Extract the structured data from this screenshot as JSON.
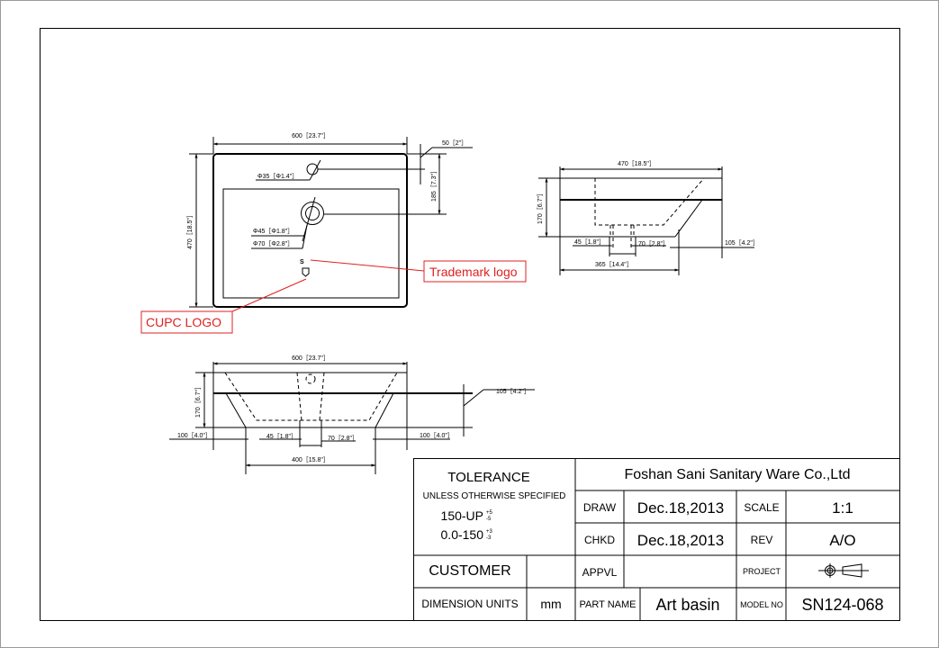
{
  "drawing": {
    "top_view": {
      "width_dim": "600［23.7\"］",
      "depth_dim": "470［18.5\"］",
      "tap_offset_dim": "50［2\"］",
      "drain_offset_dim": "185［7.3\"］",
      "tap_hole_dim": "Φ35［Φ1.4\"］",
      "drain_inner_dim": "Φ45［Φ1.8\"］",
      "drain_outer_dim": "Φ70［Φ2.8\"］",
      "trademark_mark": "S",
      "trademark_label": "Trademark logo",
      "cupc_label": "CUPC LOGO"
    },
    "side_view": {
      "width_dim": "470［18.5\"］",
      "height_dim": "170［6.7\"］",
      "drain_inner_dim": "45［1.8\"］",
      "drain_outer_dim": "70［2.8\"］",
      "slope_dim": "105［4.2\"］",
      "drain_pos_dim": "365［14.4\"］"
    },
    "front_view": {
      "width_dim": "600［23.7\"］",
      "height_dim": "170［6.7\"］",
      "bowl_depth_dim": "105［4.2\"］",
      "left_slope_dim": "100［4.0\"］",
      "right_slope_dim": "100［4.0\"］",
      "drain_inner_dim": "45［1.8\"］",
      "drain_outer_dim": "70［2.8\"］",
      "bottom_width_dim": "400［15.8\"］"
    }
  },
  "title_block": {
    "tolerance_title": "TOLERANCE",
    "tolerance_sub": "UNLESS OTHERWISE SPECIFIED",
    "tol1_range": "150-UP",
    "tol1_plus": "+5",
    "tol1_minus": "-5",
    "tol2_range": "0.0-150",
    "tol2_plus": "+3",
    "tol2_minus": "-3",
    "company": "Foshan Sani Sanitary Ware Co.,Ltd",
    "draw_label": "DRAW",
    "draw_date": "Dec.18,2013",
    "scale_label": "SCALE",
    "scale_value": "1:1",
    "chkd_label": "CHKD",
    "chkd_date": "Dec.18,2013",
    "rev_label": "REV",
    "rev_value": "A/O",
    "customer_label": "CUSTOMER",
    "customer_value": "",
    "appvl_label": "APPVL",
    "appvl_value": "",
    "project_label": "PROJECT",
    "dimension_units_label": "DIMENSION UNITS",
    "dimension_units_value": "mm",
    "part_name_label": "PART NAME",
    "part_name_value": "Art basin",
    "model_no_label": "MODEL NO",
    "model_no_value": "SN124-068"
  }
}
